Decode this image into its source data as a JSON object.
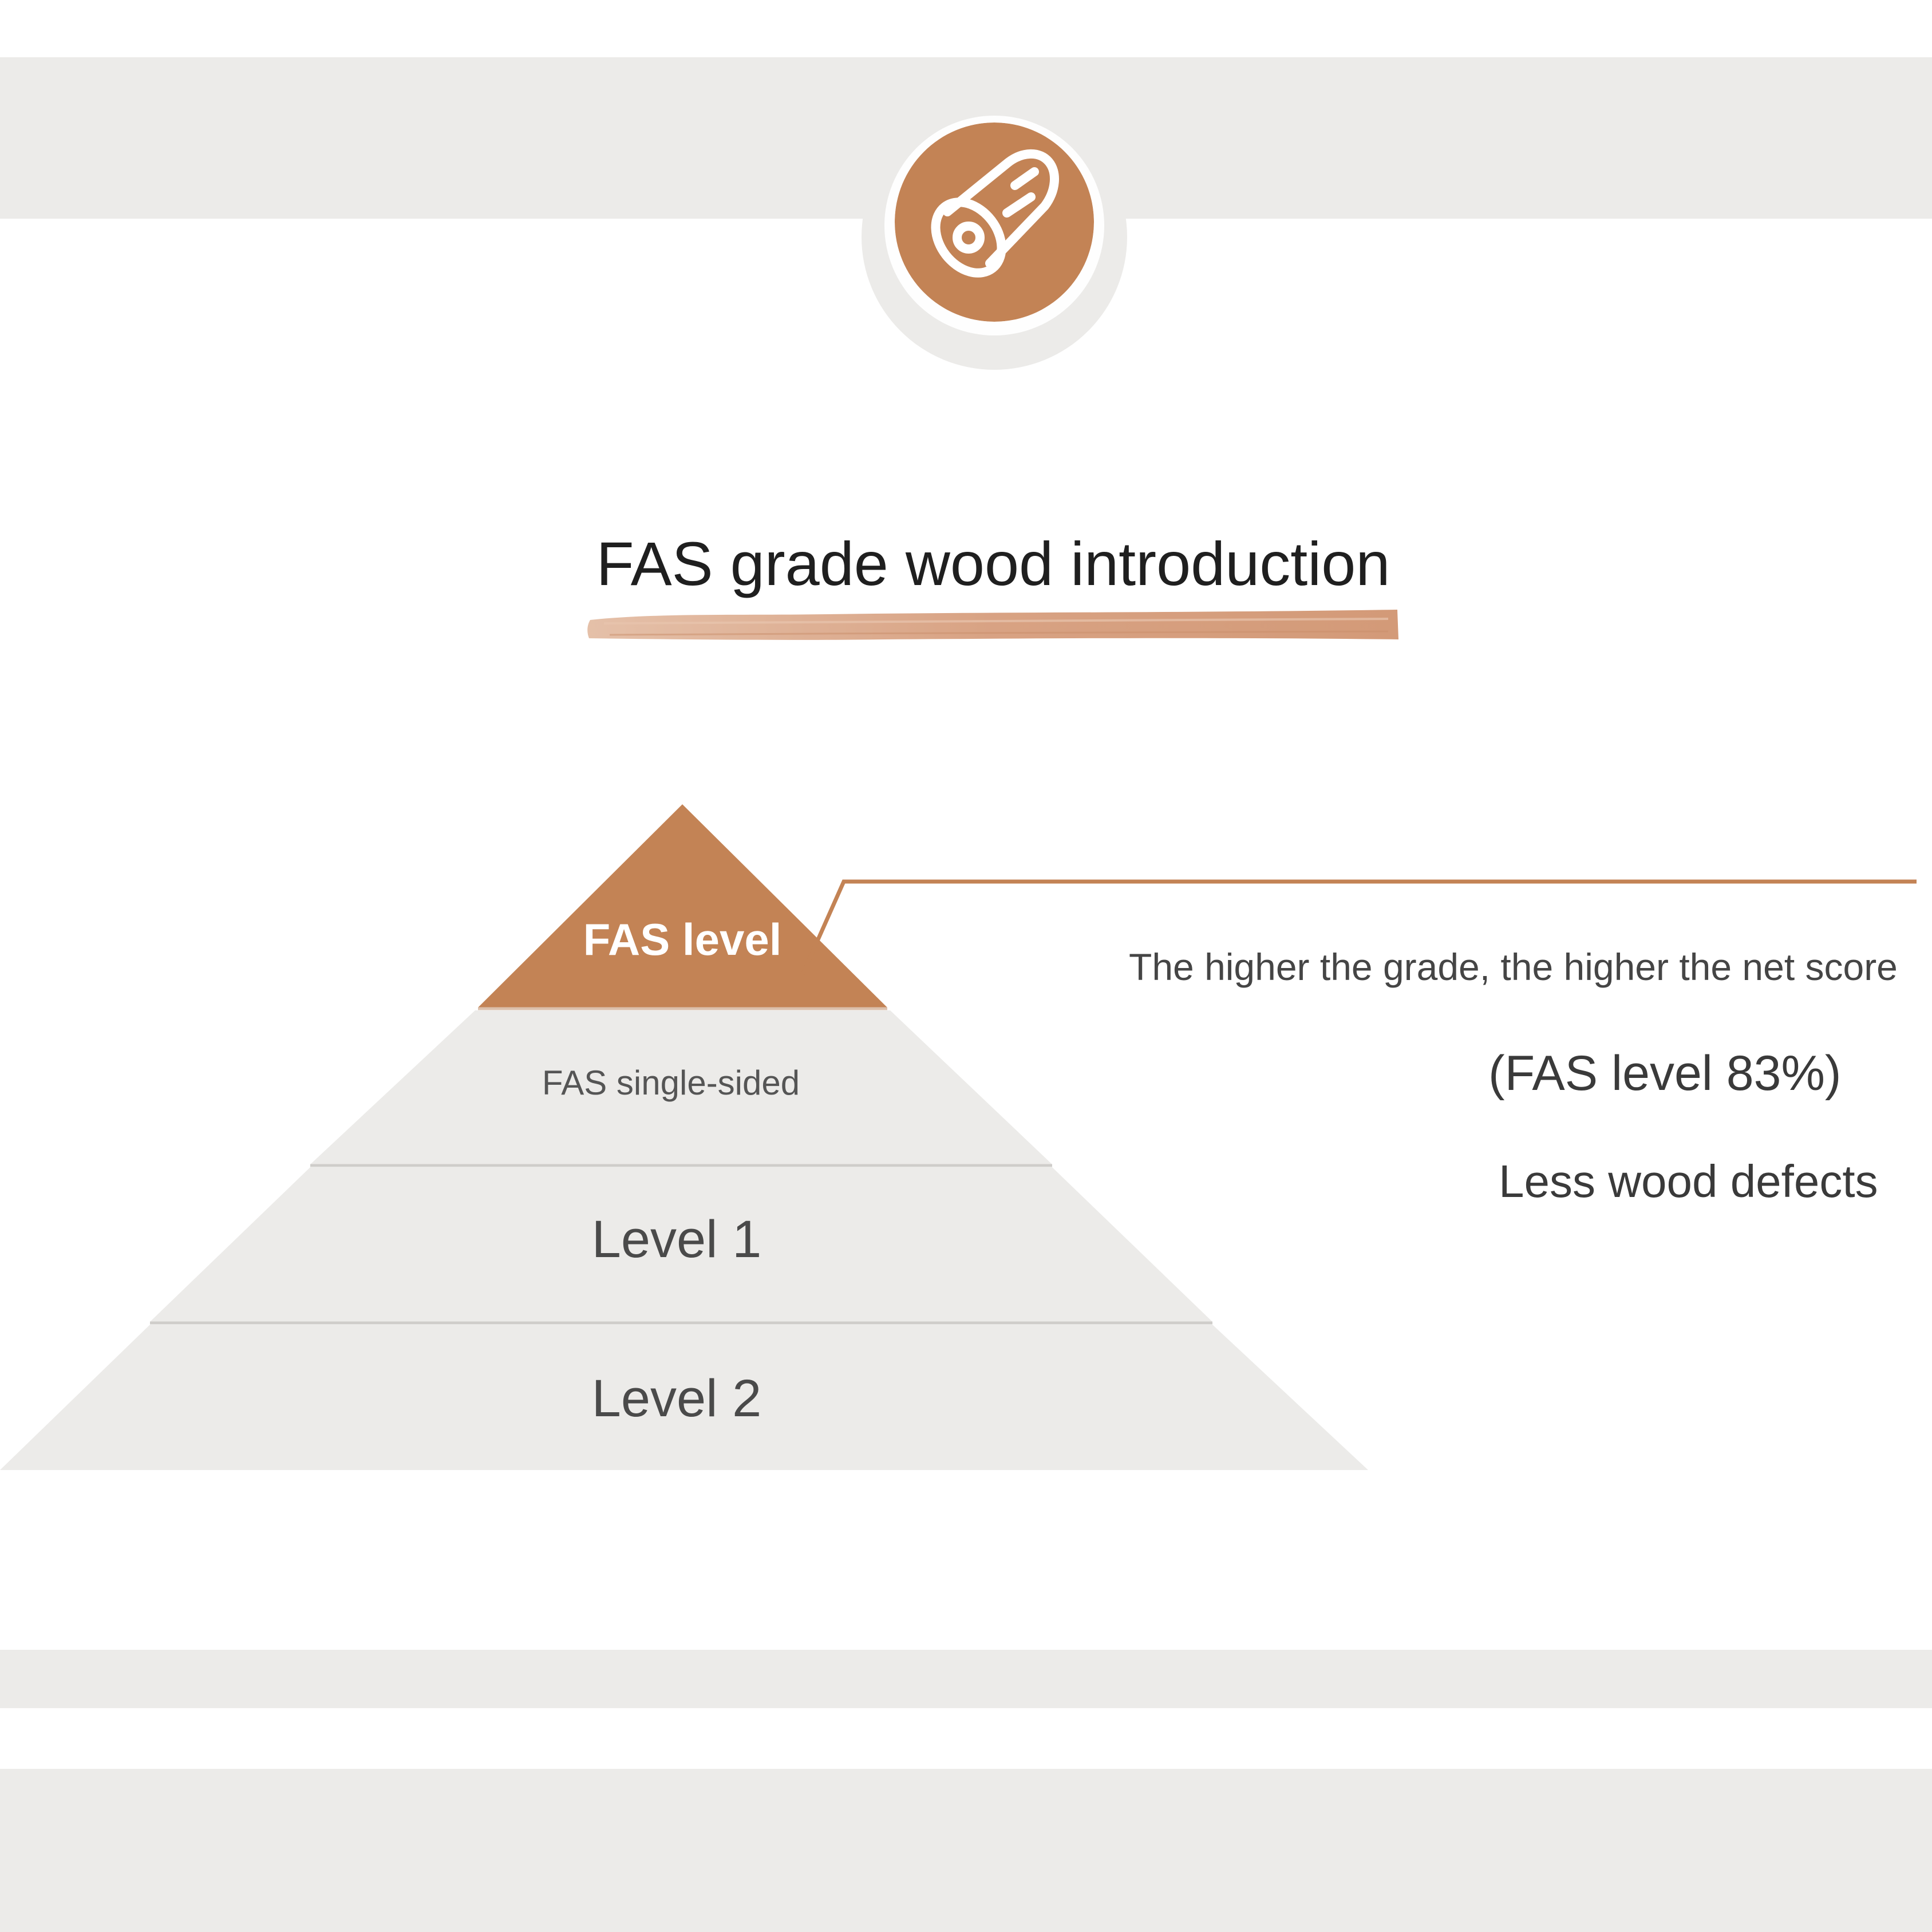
{
  "page": {
    "title": "FAS grade wood introduction"
  },
  "badge": {
    "icon": "log-icon"
  },
  "pyramid": {
    "levels": [
      {
        "label": "FAS level"
      },
      {
        "label": "FAS single-sided"
      },
      {
        "label": "Level 1"
      },
      {
        "label": "Level 2"
      }
    ]
  },
  "info": {
    "line1": "The higher the grade, the higher the net score",
    "line2": "(FAS level 83%)",
    "line3": "Less wood defects"
  },
  "colors": {
    "accent": "#c38355",
    "band": "#ecebe9",
    "tier": "#ecebe9",
    "divider": "#cfcdca",
    "text": "#3a3a3a"
  }
}
